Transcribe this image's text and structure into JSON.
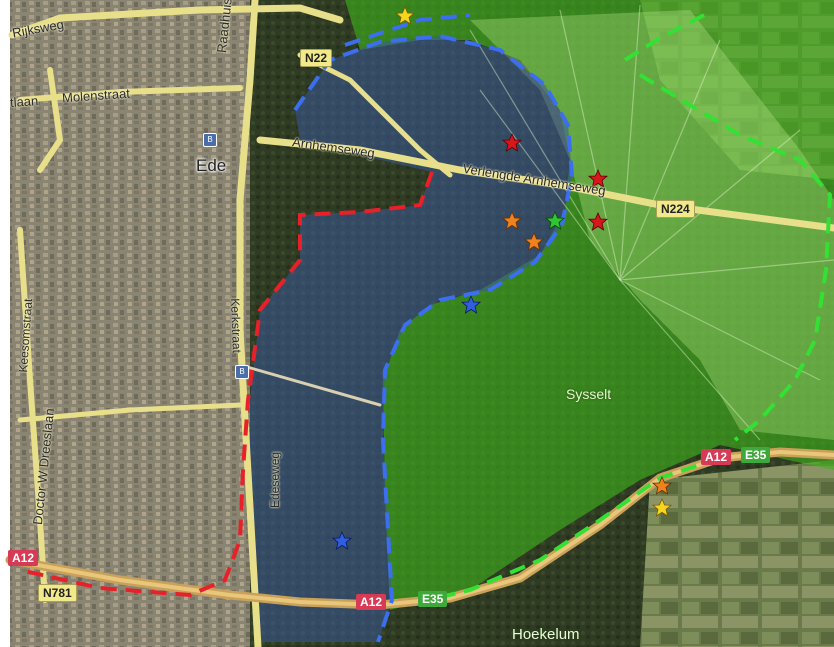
{
  "map": {
    "place_labels": {
      "ede": "Ede",
      "sysselt": "Sysselt",
      "hoekelum": "Hoekelum"
    },
    "road_labels": {
      "rijksweg": "Rijksweg",
      "molenstraat": "Molenstraat",
      "laan_fragment": "tlaan",
      "raadhuisstraat": "Raadhuisstraat",
      "arnhemseweg": "Arnhemseweg",
      "verlengde_arnhemseweg": "Verlengde Arnhemseweg",
      "kerkstraat_fragment": "Kerkstraat",
      "doctor_dreeslaan": "Doctor W Dreeslaan",
      "edeseweg": "Edeseweg",
      "keesomstraat_fragment": "Keesomstraat"
    },
    "road_shields": {
      "n224": "N224",
      "n22_top": "N22",
      "n781": "N781",
      "a12_center": "A12",
      "e35_center": "E35",
      "a12_right": "A12",
      "e35_right": "E35",
      "a12_left": "A12"
    },
    "colors": {
      "blue_boundary": "#3b6ff0",
      "red_boundary": "#e8202a",
      "green_boundary": "#35e035",
      "star_red": "#d8161c",
      "star_orange": "#f0821e",
      "star_yellow": "#f5d51e",
      "star_green": "#2fc62f",
      "star_blue": "#2f5ee0"
    },
    "markers": [
      {
        "color": "yellow",
        "icon": "star-icon"
      },
      {
        "color": "red",
        "icon": "star-icon"
      },
      {
        "color": "red",
        "icon": "star-icon"
      },
      {
        "color": "red",
        "icon": "star-icon"
      },
      {
        "color": "orange",
        "icon": "star-icon"
      },
      {
        "color": "orange",
        "icon": "star-icon"
      },
      {
        "color": "green",
        "icon": "star-icon"
      },
      {
        "color": "blue",
        "icon": "star-icon"
      },
      {
        "color": "blue",
        "icon": "star-icon"
      },
      {
        "color": "orange",
        "icon": "star-icon"
      },
      {
        "color": "yellow",
        "icon": "star-icon"
      }
    ]
  }
}
